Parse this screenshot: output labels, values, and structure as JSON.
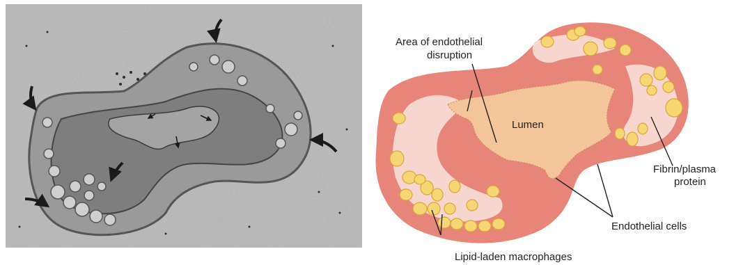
{
  "micrograph": {
    "description_icons": "arrow-icon",
    "colors": {
      "background": "#b9b9b9",
      "tissue": "#8a8a8a",
      "dark": "#3a3a3a"
    }
  },
  "illustration": {
    "labels": {
      "endothelial_disruption_line1": "Area of endothelial",
      "endothelial_disruption_line2": "disruption",
      "lumen": "Lumen",
      "fibrin_line1": "Fibrin/plasma",
      "fibrin_line2": "protein",
      "endothelial_cells": "Endothelial cells",
      "macrophages": "Lipid-laden macrophages"
    },
    "colors": {
      "wall": "#e8857a",
      "plaque": "#f6d6cf",
      "lumen": "#f4c59a",
      "macrophage": "#f6d774",
      "macrophage_outline": "#d9a63a"
    }
  }
}
